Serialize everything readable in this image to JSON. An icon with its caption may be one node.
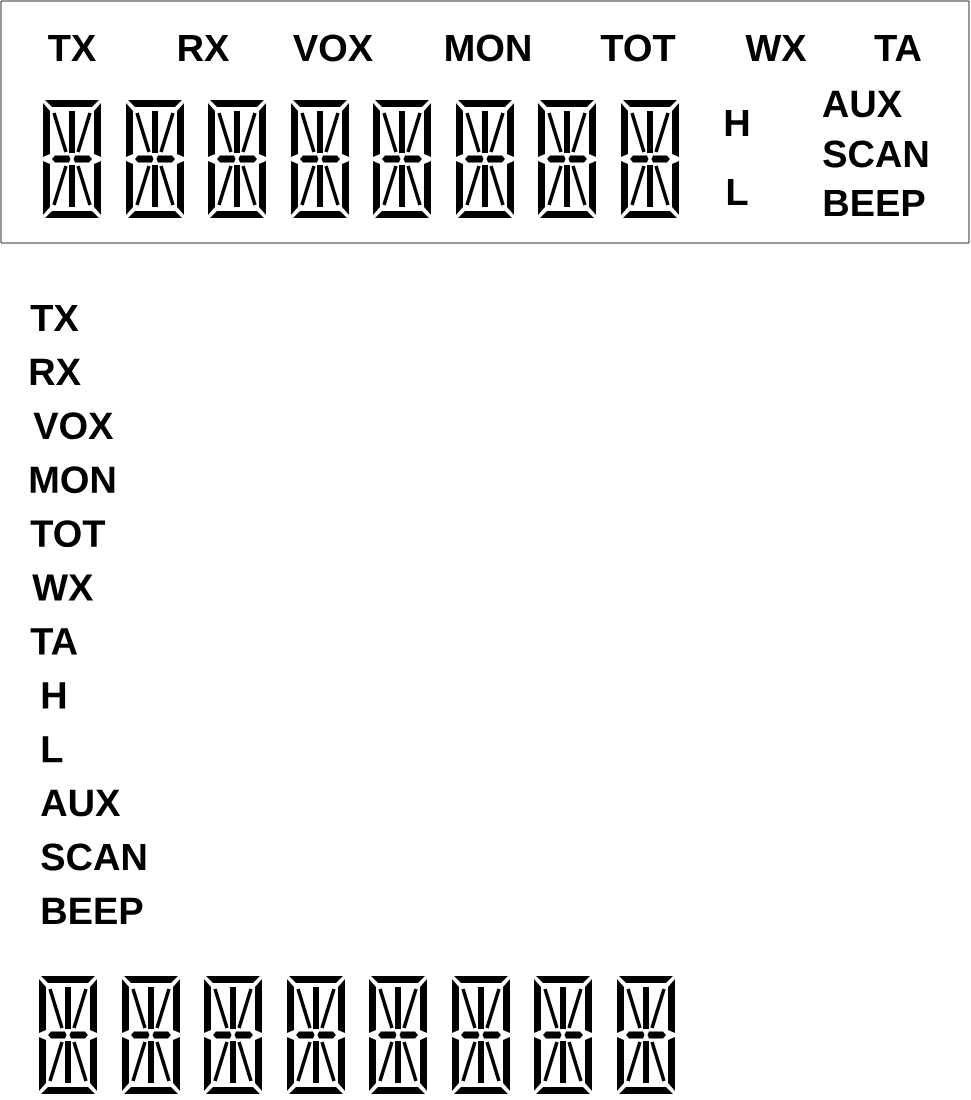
{
  "diagram": {
    "nodes": [
      {
        "text": [
          "TX",
          "RX",
          "VOX",
          "MON",
          "TOT",
          "WX",
          "TA",
          "H",
          "L",
          "AUX",
          "SCAN",
          "BEEP"
        ]
      }
    ],
    "labels": [
      "TX",
      "RX",
      "VOX",
      "MON",
      "TOT",
      "WX",
      "TA",
      "H",
      "L",
      "AUX",
      "SCAN",
      "BEEP"
    ]
  }
}
